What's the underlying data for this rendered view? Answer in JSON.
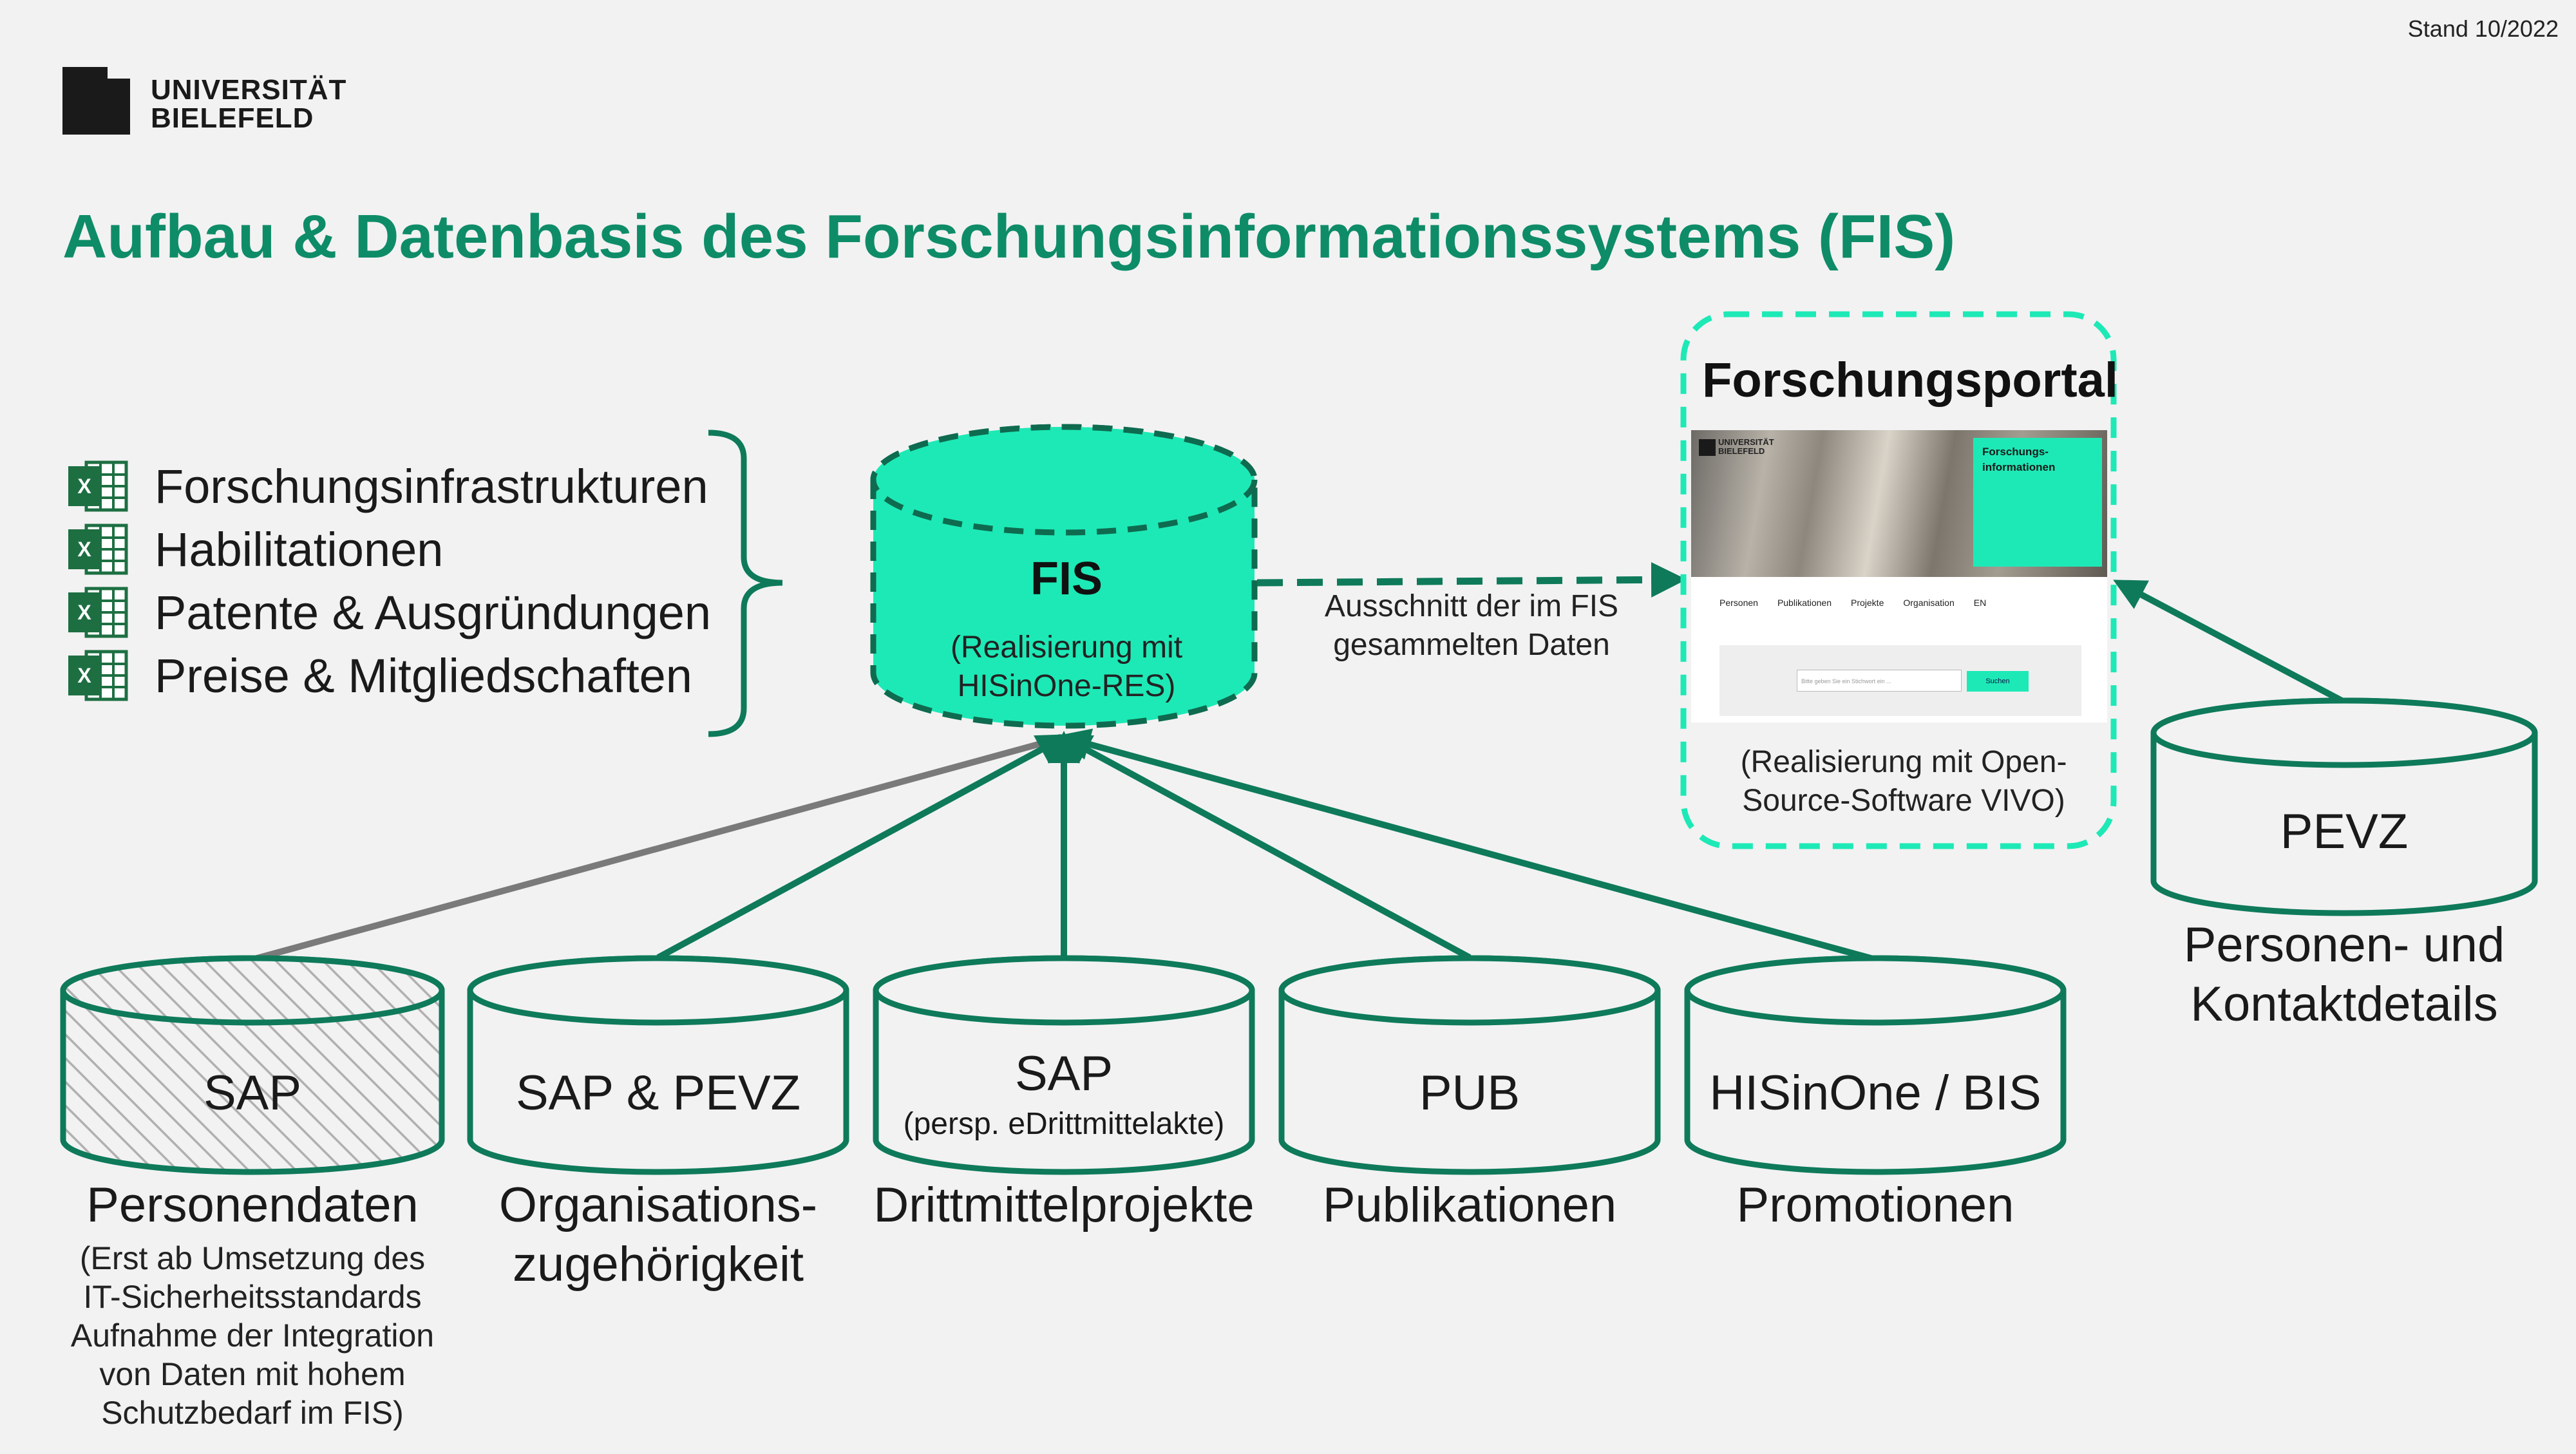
{
  "stand": "Stand 10/2022",
  "logo": {
    "line1": "UNIVERSITÄT",
    "line2": "BIELEFELD"
  },
  "title": "Aufbau & Datenbasis des Forschungsinformationssystems (FIS)",
  "excel_items": [
    {
      "label": "Forschungsinfrastrukturen",
      "icon": "excel-icon"
    },
    {
      "label": "Habilitationen",
      "icon": "excel-icon"
    },
    {
      "label": "Patente & Ausgründungen",
      "icon": "excel-icon"
    },
    {
      "label": "Preise & Mitgliedschaften",
      "icon": "excel-icon"
    }
  ],
  "fis": {
    "title": "FIS",
    "subtitle_line1": "(Realisierung mit",
    "subtitle_line2": "HISinOne-RES)"
  },
  "arrow_label": {
    "line1": "Ausschnitt der im FIS",
    "line2": "gesammelten Daten"
  },
  "portal": {
    "title": "Forschungsportal",
    "subtitle_line1": "(Realisierung mit Open-",
    "subtitle_line2": "Source-Software VIVO)",
    "screenshot": {
      "logo_line1": "UNIVERSITÄT",
      "logo_line2": "BIELEFELD",
      "banner_line1": "Forschungs-",
      "banner_line2": "informationen",
      "nav": [
        "Personen",
        "Publikationen",
        "Projekte",
        "Organisation",
        "EN"
      ],
      "search_placeholder": "Bitte geben Sie ein Stichwort ein ...",
      "search_button": "Suchen"
    }
  },
  "pevz": {
    "label": "PEVZ",
    "caption_line1": "Personen- und",
    "caption_line2": "Kontaktdetails"
  },
  "sources": [
    {
      "label": "SAP",
      "sub": "",
      "caption_line1": "Personendaten",
      "caption_line2": "",
      "note": [
        "(Erst ab Umsetzung des",
        "IT-Sicherheitsstandards",
        "Aufnahme der Integration",
        "von Daten mit hohem",
        "Schutzbedarf im FIS)"
      ]
    },
    {
      "label": "SAP & PEVZ",
      "sub": "",
      "caption_line1": "Organisations-",
      "caption_line2": "zugehörigkeit"
    },
    {
      "label": "SAP",
      "sub": "(persp. eDrittmittelakte)",
      "caption_line1": "Drittmittelprojekte",
      "caption_line2": ""
    },
    {
      "label": "PUB",
      "sub": "",
      "caption_line1": "Publikationen",
      "caption_line2": ""
    },
    {
      "label": "HISinOne / BIS",
      "sub": "",
      "caption_line1": "Promotionen",
      "caption_line2": ""
    }
  ],
  "colors": {
    "title_green": "#0e8c68",
    "accent_mint": "#1de9b6",
    "line_dark_green": "#0e7a5a",
    "line_gray": "#7a7a7a",
    "excel_green": "#1d6f42"
  }
}
